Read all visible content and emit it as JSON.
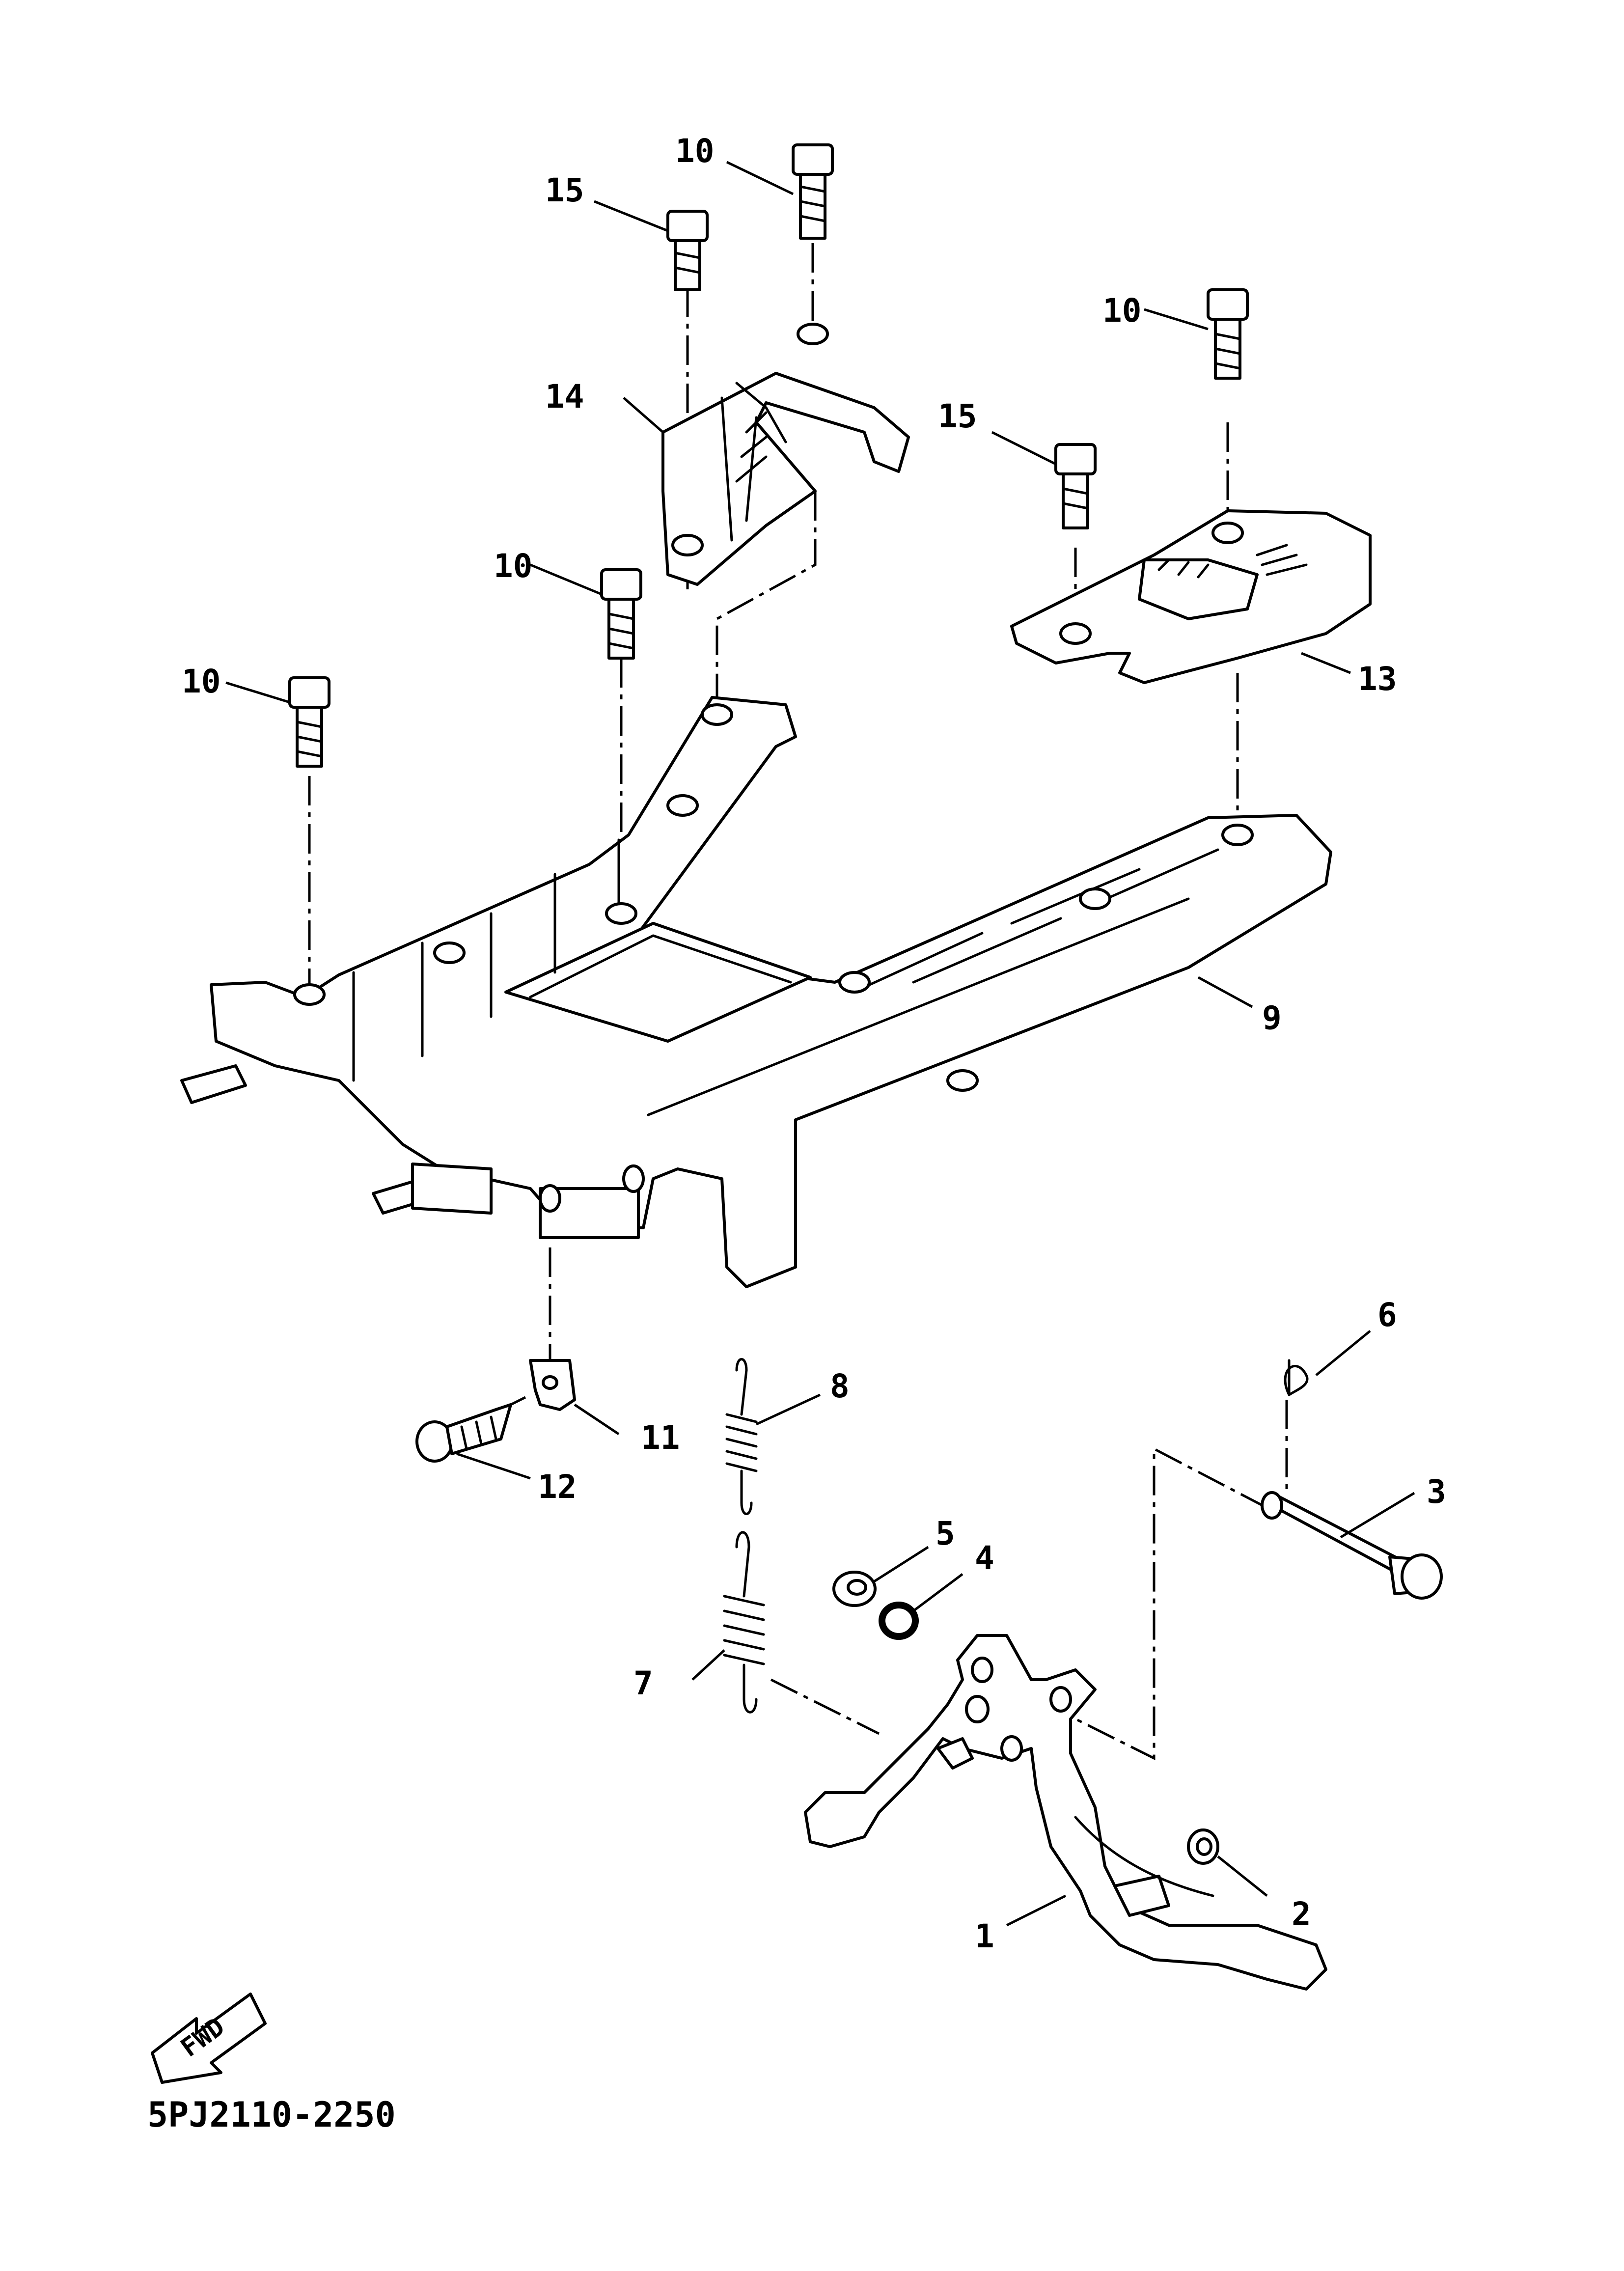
{
  "callouts": [
    {
      "id": "c10a",
      "text": "10"
    },
    {
      "id": "c15a",
      "text": "15"
    },
    {
      "id": "c10b",
      "text": "10"
    },
    {
      "id": "c14",
      "text": "14"
    },
    {
      "id": "c15b",
      "text": "15"
    },
    {
      "id": "c10c",
      "text": "10"
    },
    {
      "id": "c13",
      "text": "13"
    },
    {
      "id": "c10d",
      "text": "10"
    },
    {
      "id": "c9",
      "text": "9"
    },
    {
      "id": "c6",
      "text": "6"
    },
    {
      "id": "c8",
      "text": "8"
    },
    {
      "id": "c11",
      "text": "11"
    },
    {
      "id": "c12",
      "text": "12"
    },
    {
      "id": "c3",
      "text": "3"
    },
    {
      "id": "c5",
      "text": "5"
    },
    {
      "id": "c4",
      "text": "4"
    },
    {
      "id": "c7",
      "text": "7"
    },
    {
      "id": "c2",
      "text": "2"
    },
    {
      "id": "c1",
      "text": "1"
    }
  ],
  "direction_badge": "FWD",
  "diagram_code": "5PJ2110-2250"
}
